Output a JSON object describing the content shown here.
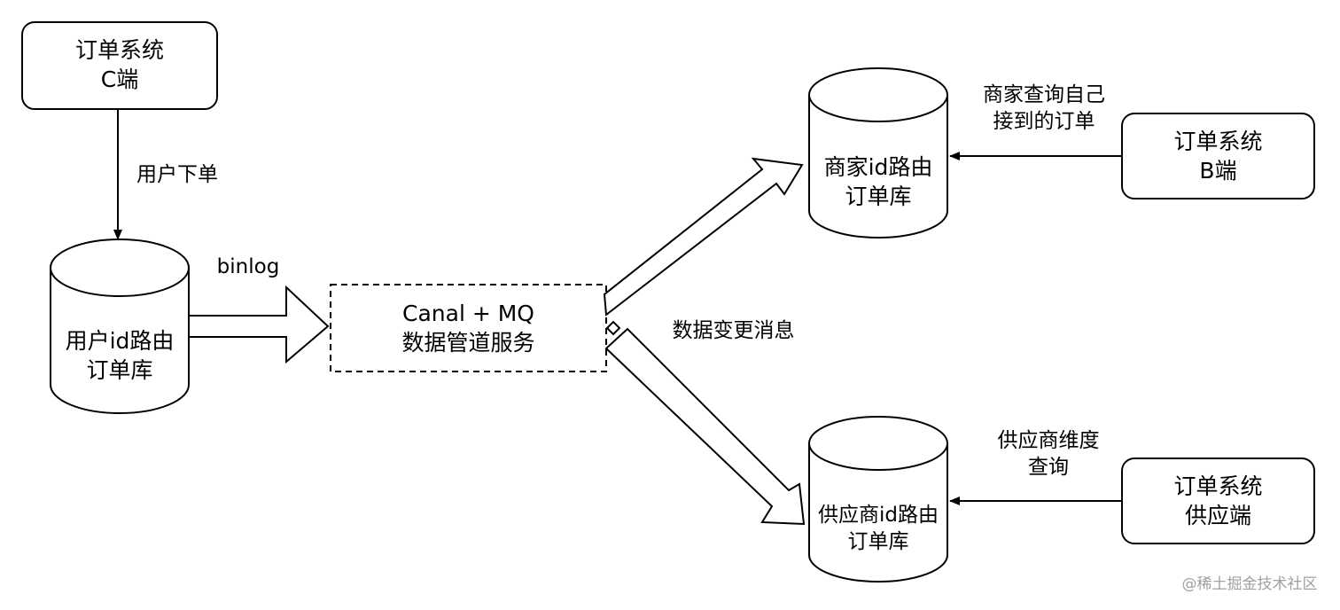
{
  "nodes": {
    "order_c": "订单系统\nC端",
    "user_db": "用户id路由\n订单库",
    "canal": "Canal + MQ\n数据管道服务",
    "merchant_db": "商家id路由\n订单库",
    "supplier_db": "供应商id路由\n订单库",
    "order_b": "订单系统\nB端",
    "order_supplier": "订单系统\n供应端"
  },
  "edges": {
    "user_order": "用户下单",
    "binlog": "binlog",
    "data_change": "数据变更消息",
    "merchant_query": "商家查询自己\n接到的订单",
    "supplier_query": "供应商维度\n查询"
  },
  "watermark": "@稀土掘金技术社区",
  "colors": {
    "stroke": "#000000",
    "background": "#ffffff",
    "watermark": "#a0a0a0"
  }
}
